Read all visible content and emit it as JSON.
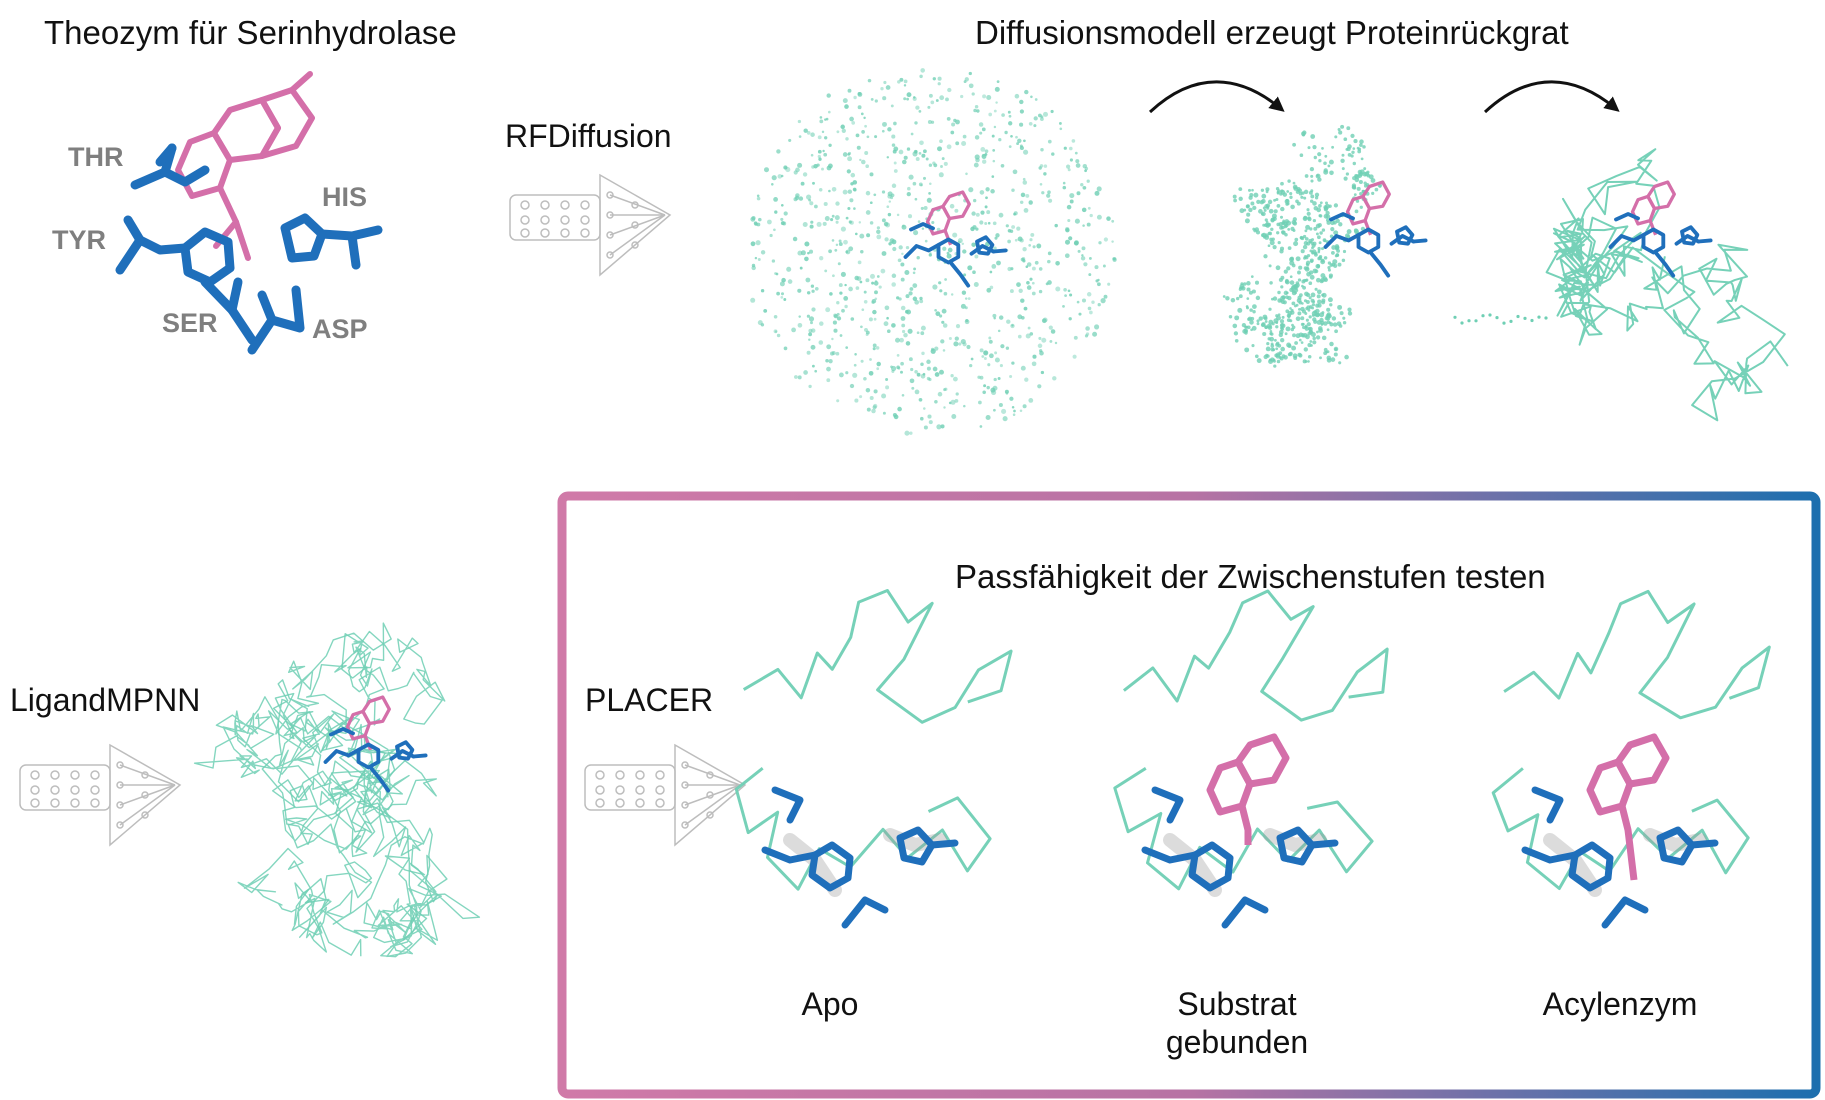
{
  "titles": {
    "theozyme": "Theozym für Serinhydrolase",
    "diffusion": "Diffusionsmodell erzeugt Proteinrückgrat",
    "placer_box": "Passfähigkeit der Zwischenstufen testen"
  },
  "tools": {
    "rfdiffusion": "RFDiffusion",
    "ligandmpnn": "LigandMPNN",
    "placer": "PLACER"
  },
  "residues": {
    "thr": "THR",
    "tyr": "TYR",
    "his": "HIS",
    "ser": "SER",
    "asp": "ASP"
  },
  "states": {
    "apo": "Apo",
    "substrate_line1": "Substrat",
    "substrate_line2": "gebunden",
    "acyl": "Acylenzym"
  },
  "colors": {
    "ligand_pink": "#d46fa9",
    "residue_blue": "#1f6fbb",
    "backbone_teal": "#6fcfb4",
    "network_gray": "#bdbdbd",
    "box_gradient_start": "#d07aa8",
    "box_gradient_end": "#1d6fae",
    "label_gray": "#7f7f7f"
  }
}
